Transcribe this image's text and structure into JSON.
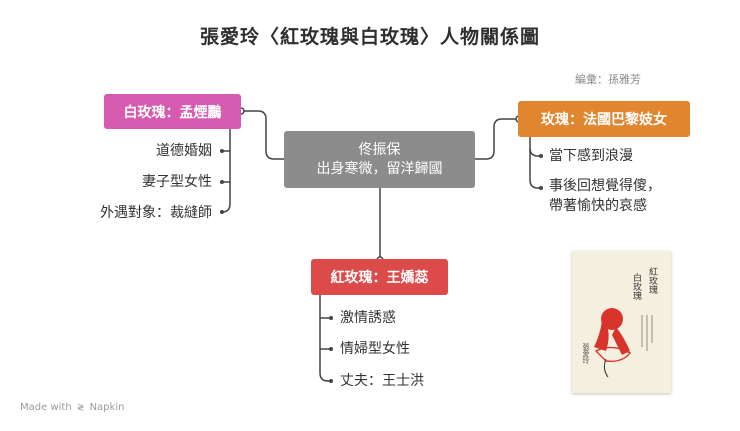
{
  "title": "張愛玲〈紅玫瑰與白玫瑰〉人物關係圖",
  "editor": "編彙：孫雅芳",
  "center": {
    "line1": "佟振保",
    "line2": "出身寒微，留洋歸國"
  },
  "left_node": {
    "label": "白玫瑰：孟煙鸝",
    "color": "#d65ab0",
    "items": [
      "道德婚姻",
      "妻子型女性",
      "外遇對象：裁縫師"
    ]
  },
  "right_node": {
    "label": "玫瑰：法國巴黎妓女",
    "color": "#e0862e",
    "items": [
      "當下感到浪漫",
      "事後回想覺得傻，",
      "帶著愉快的哀感"
    ]
  },
  "bottom_node": {
    "label": "紅玫瑰：王嬌蕊",
    "color": "#dc4a4a",
    "items": [
      "激情誘惑",
      "情婦型女性",
      "丈夫：王士洪"
    ]
  },
  "book_cover": {
    "title_col1": "紅玫瑰",
    "title_col2": "白玫瑰",
    "author": "張愛玲"
  },
  "footer": {
    "made_with": "Made with",
    "brand": "Napkin"
  }
}
